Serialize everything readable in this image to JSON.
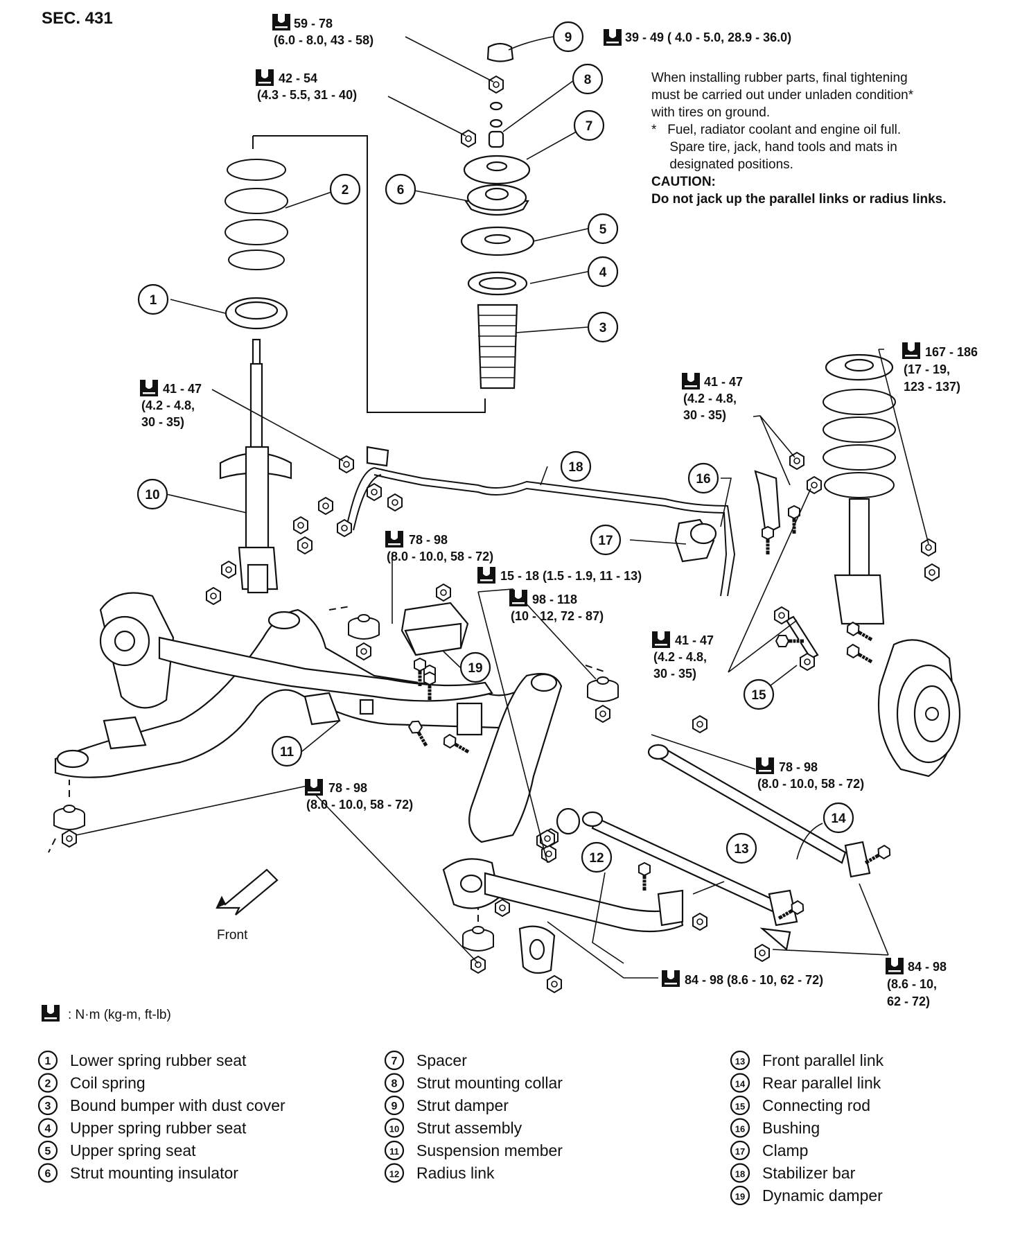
{
  "section": "SEC. 431",
  "torque_unit_note": ": N·m (kg-m, ft-lb)",
  "front_label": "Front",
  "note": {
    "lines": [
      "When installing rubber parts, final tightening",
      "must be carried out under unladen condition*",
      "with tires on ground.",
      "*   Fuel, radiator coolant and engine oil full.",
      "     Spare tire, jack, hand tools and mats in",
      "     designated positions."
    ],
    "caution_title": "CAUTION:",
    "caution_text": "Do not jack up the parallel links or radius links."
  },
  "torques": {
    "t1": [
      "59 - 78",
      "(6.0 - 8.0, 43 - 58)"
    ],
    "t2": [
      "39 - 49 ( 4.0 - 5.0, 28.9 - 36.0)"
    ],
    "t3": [
      "42 - 54",
      "(4.3 - 5.5, 31 - 40)"
    ],
    "t4": [
      "41 - 47",
      "(4.2 - 4.8,",
      "30 - 35)"
    ],
    "t5": [
      "41 - 47",
      "(4.2 - 4.8,",
      "30 - 35)"
    ],
    "t6": [
      "167 - 186",
      "(17 - 19,",
      "123 - 137)"
    ],
    "t7": [
      "78 - 98",
      "(8.0 - 10.0, 58 - 72)"
    ],
    "t8": [
      "15 - 18 (1.5 - 1.9, 11 - 13)"
    ],
    "t9": [
      "98 - 118",
      "(10 - 12, 72 - 87)"
    ],
    "t10": [
      "41 - 47",
      "(4.2 - 4.8,",
      "30 - 35)"
    ],
    "t11": [
      "78 - 98",
      "(8.0 - 10.0, 58 - 72)"
    ],
    "t12": [
      "78 - 98",
      "(8.0 - 10.0, 58 - 72)"
    ],
    "t13": [
      "84 - 98",
      "(8.6 - 10,",
      "62 - 72)"
    ],
    "t14": [
      "84 - 98 (8.6 - 10, 62 - 72)"
    ]
  },
  "callouts": [
    "1",
    "2",
    "3",
    "4",
    "5",
    "6",
    "7",
    "8",
    "9",
    "10",
    "11",
    "12",
    "13",
    "14",
    "15",
    "16",
    "17",
    "18",
    "19"
  ],
  "legend": [
    {
      "num": "1",
      "label": "Lower spring rubber seat"
    },
    {
      "num": "2",
      "label": "Coil spring"
    },
    {
      "num": "3",
      "label": "Bound bumper with dust cover"
    },
    {
      "num": "4",
      "label": "Upper spring rubber seat"
    },
    {
      "num": "5",
      "label": "Upper spring seat"
    },
    {
      "num": "6",
      "label": "Strut mounting insulator"
    },
    {
      "num": "7",
      "label": "Spacer"
    },
    {
      "num": "8",
      "label": "Strut mounting collar"
    },
    {
      "num": "9",
      "label": "Strut damper"
    },
    {
      "num": "10",
      "label": "Strut assembly"
    },
    {
      "num": "11",
      "label": "Suspension member"
    },
    {
      "num": "12",
      "label": "Radius link"
    },
    {
      "num": "13",
      "label": "Front parallel link"
    },
    {
      "num": "14",
      "label": "Rear parallel link"
    },
    {
      "num": "15",
      "label": "Connecting rod"
    },
    {
      "num": "16",
      "label": "Bushing"
    },
    {
      "num": "17",
      "label": "Clamp"
    },
    {
      "num": "18",
      "label": "Stabilizer bar"
    },
    {
      "num": "19",
      "label": "Dynamic damper"
    }
  ]
}
